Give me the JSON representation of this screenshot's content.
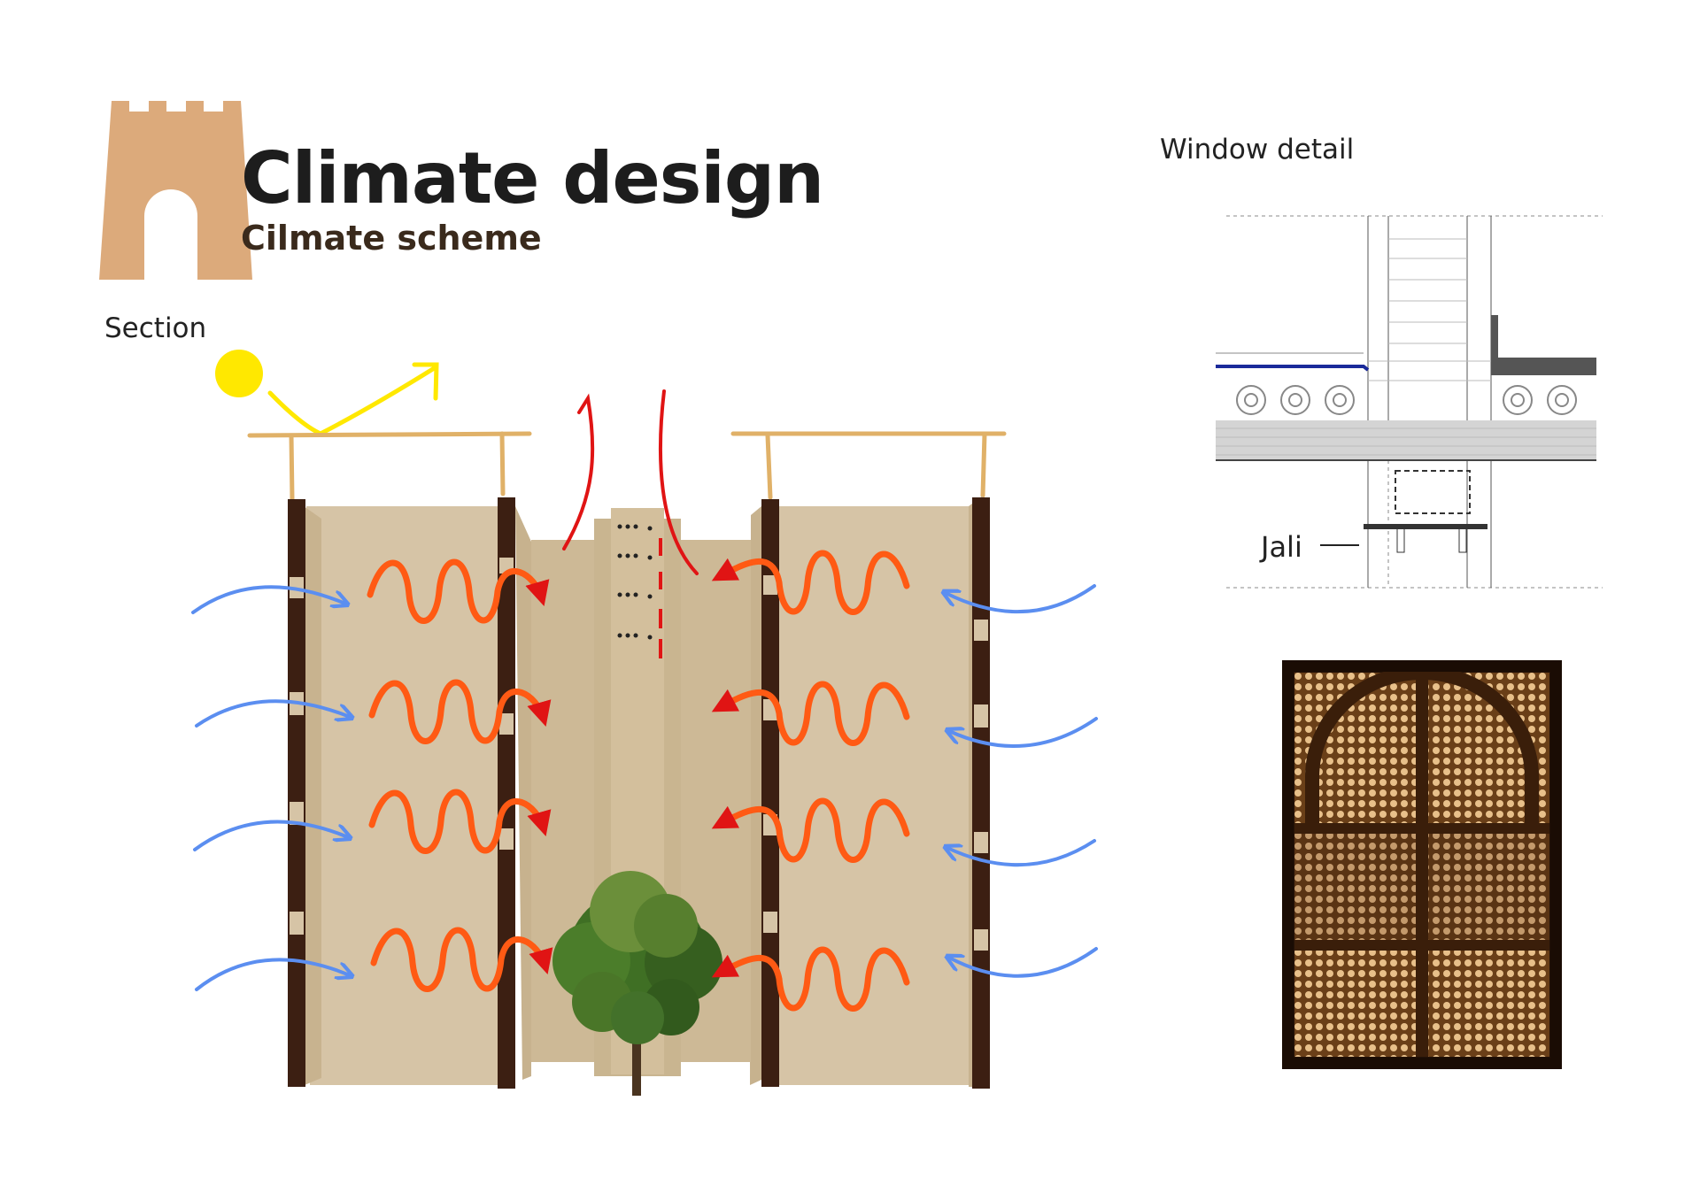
{
  "header": {
    "title": "Climate design",
    "subtitle": "Cilmate scheme",
    "logo_icon": "castle-gate-icon"
  },
  "labels": {
    "section": "Section",
    "window_detail": "Window detail",
    "jali": "Jali"
  },
  "colors": {
    "logo": "#dcaa7b",
    "wall_fill": "#d6c4a6",
    "timber": "#3c1f12",
    "cool_air": "#5b8ef0",
    "heat": "#ff5a14",
    "hot_air": "#e01414",
    "roof": "#e0b168",
    "sun": "#ffe800"
  },
  "icons": {
    "sun": "sun-icon",
    "tree": "tree-icon",
    "cool_air_arrow": "blue-wind-arrow-icon",
    "heat_wave": "red-heat-wave-icon",
    "sunlight_reflection": "yellow-reflection-arrow-icon"
  }
}
